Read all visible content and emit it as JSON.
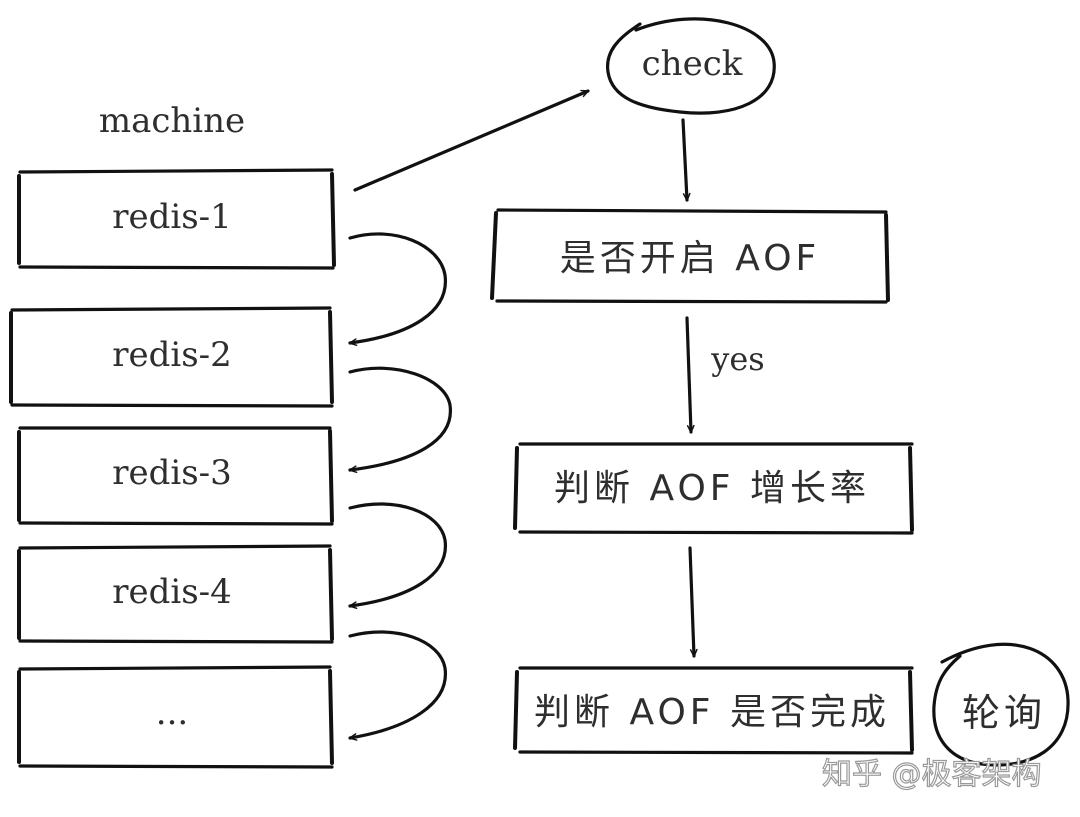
{
  "machine_label": "machine",
  "machines": [
    {
      "label": "redis-1"
    },
    {
      "label": "redis-2"
    },
    {
      "label": "redis-3"
    },
    {
      "label": "redis-4"
    },
    {
      "label": "..."
    }
  ],
  "check_label": "check",
  "flow": {
    "step1": "是否开启 AOF",
    "yes_label": "yes",
    "step2": "判断 AOF 增长率",
    "step3": "判断 AOF 是否完成",
    "loop_label": "轮询"
  },
  "watermark": "知乎 @极客架构"
}
